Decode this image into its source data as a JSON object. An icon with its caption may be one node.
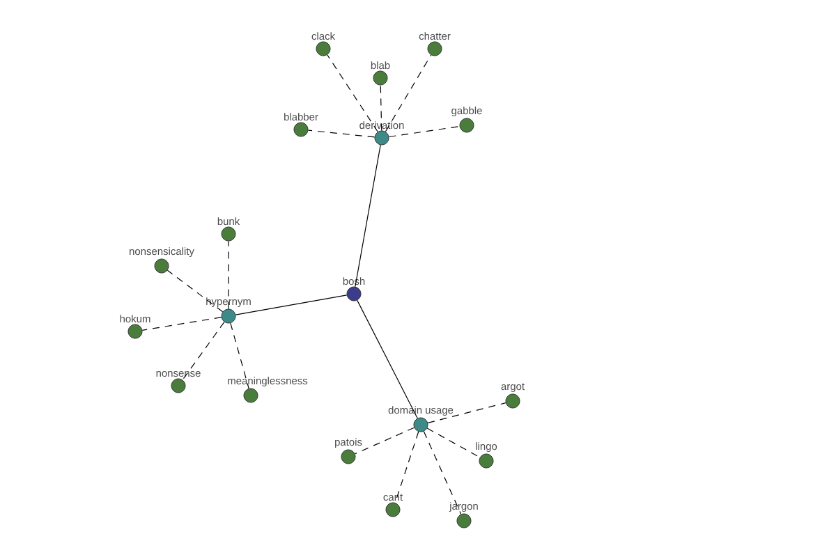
{
  "diagram": {
    "nodes": [
      {
        "text": [
          "bosh"
        ]
      },
      {
        "text": [
          "derivation"
        ]
      },
      {
        "text": [
          "clack"
        ]
      },
      {
        "text": [
          "blab"
        ]
      },
      {
        "text": [
          "chatter"
        ]
      },
      {
        "text": [
          "blabber"
        ]
      },
      {
        "text": [
          "gabble"
        ]
      },
      {
        "text": [
          "hypernym"
        ]
      },
      {
        "text": [
          "bunk"
        ]
      },
      {
        "text": [
          "nonsensicality"
        ]
      },
      {
        "text": [
          "hokum"
        ]
      },
      {
        "text": [
          "nonsense"
        ]
      },
      {
        "text": [
          "meaninglessness"
        ]
      },
      {
        "text": [
          "domain usage"
        ]
      },
      {
        "text": [
          "argot"
        ]
      },
      {
        "text": [
          "patois"
        ]
      },
      {
        "text": [
          "lingo"
        ]
      },
      {
        "text": [
          "cant"
        ]
      },
      {
        "text": [
          "jargon"
        ]
      }
    ],
    "edges": [
      {
        "from": 0,
        "to": 1,
        "arrow": "none"
      },
      {
        "from": 0,
        "to": 7,
        "arrow": "none"
      },
      {
        "from": 0,
        "to": 13,
        "arrow": "none"
      },
      {
        "from": 1,
        "to": 2,
        "arrow": "none",
        "style": "dashed"
      },
      {
        "from": 1,
        "to": 3,
        "arrow": "none",
        "style": "dashed"
      },
      {
        "from": 1,
        "to": 4,
        "arrow": "none",
        "style": "dashed"
      },
      {
        "from": 1,
        "to": 5,
        "arrow": "none",
        "style": "dashed"
      },
      {
        "from": 1,
        "to": 6,
        "arrow": "none",
        "style": "dashed"
      },
      {
        "from": 7,
        "to": 8,
        "arrow": "none",
        "style": "dashed"
      },
      {
        "from": 7,
        "to": 9,
        "arrow": "none",
        "style": "dashed"
      },
      {
        "from": 7,
        "to": 10,
        "arrow": "none",
        "style": "dashed"
      },
      {
        "from": 7,
        "to": 11,
        "arrow": "none",
        "style": "dashed"
      },
      {
        "from": 7,
        "to": 12,
        "arrow": "none",
        "style": "dashed"
      },
      {
        "from": 13,
        "to": 14,
        "arrow": "none",
        "style": "dashed"
      },
      {
        "from": 13,
        "to": 15,
        "arrow": "none",
        "style": "dashed"
      },
      {
        "from": 13,
        "to": 16,
        "arrow": "none",
        "style": "dashed"
      },
      {
        "from": 13,
        "to": 17,
        "arrow": "none",
        "style": "dashed"
      },
      {
        "from": 13,
        "to": 18,
        "arrow": "none",
        "style": "dashed"
      }
    ]
  }
}
